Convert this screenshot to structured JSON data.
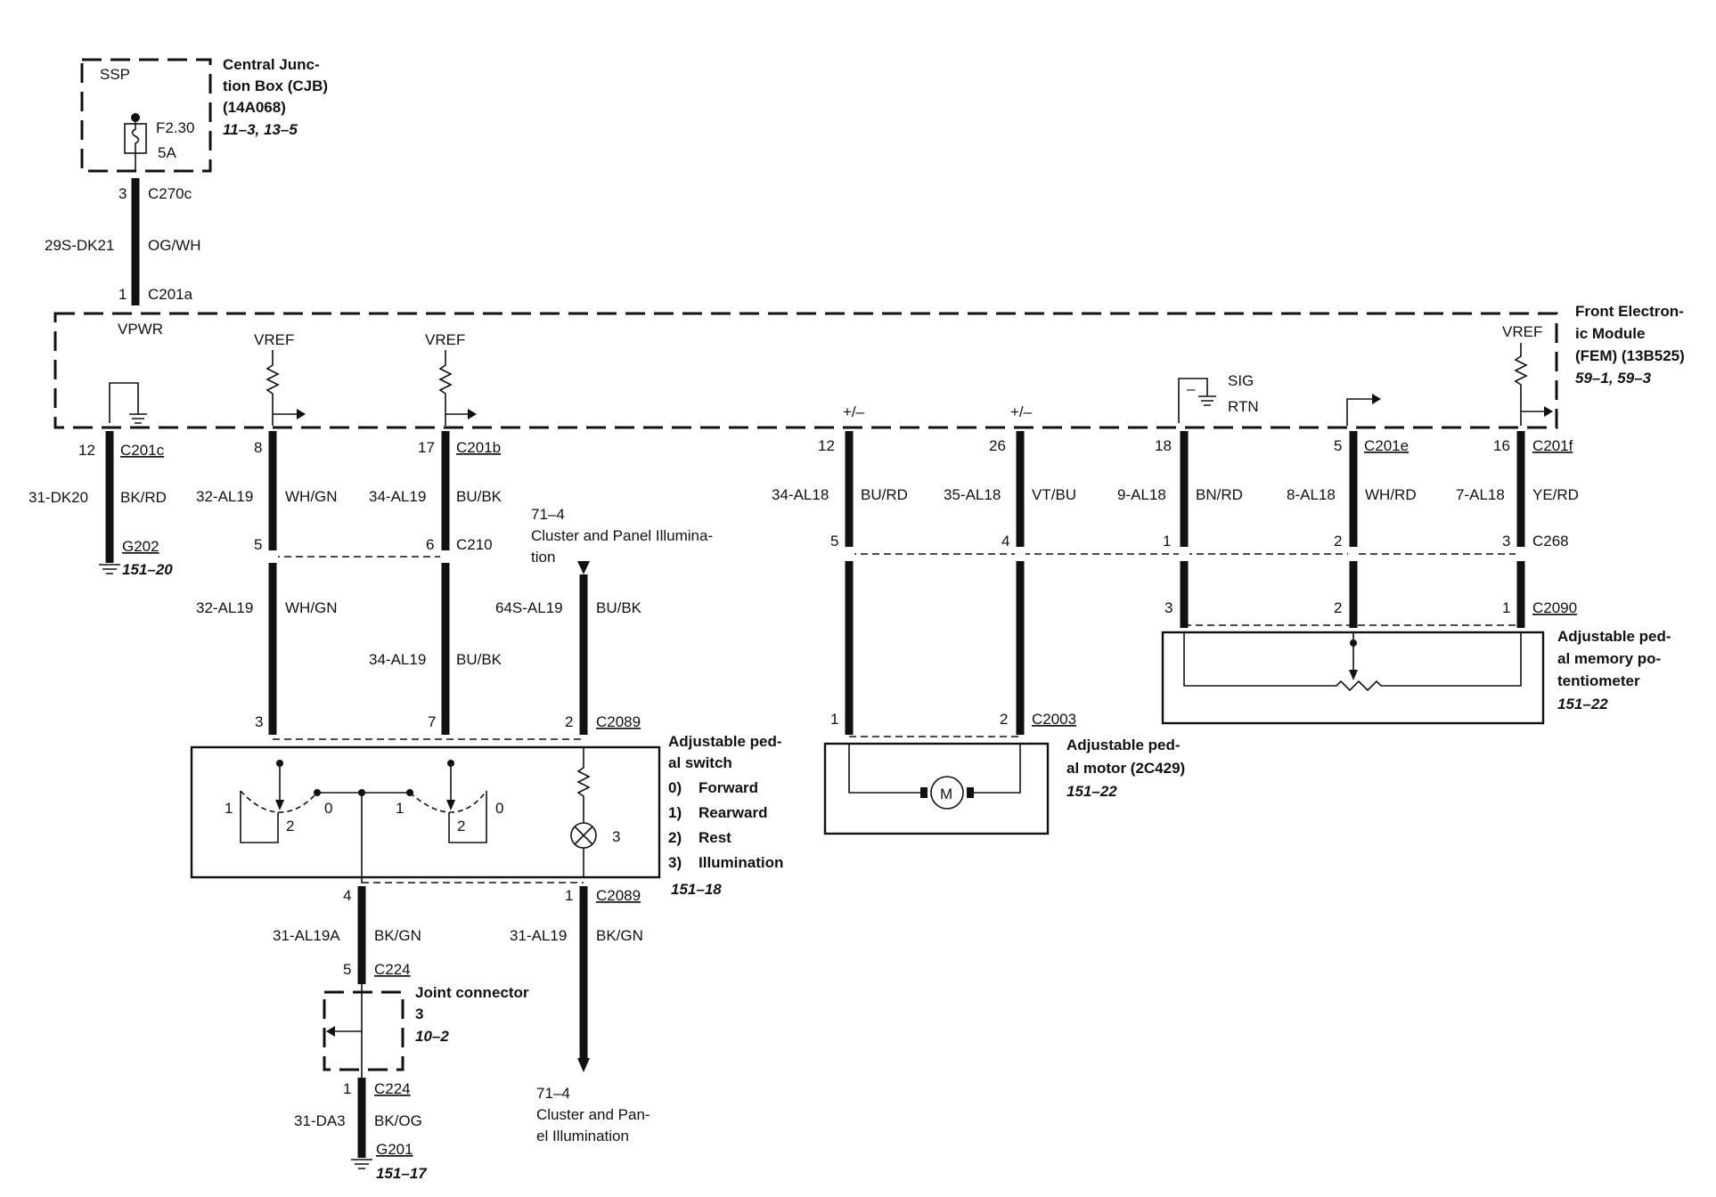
{
  "ssp": {
    "label": "SSP",
    "fuse": "F2.30",
    "rating": "5A"
  },
  "cjb": {
    "line1": "Central Junc-",
    "line2": "tion Box (CJB)",
    "line3": "(14A068)",
    "ref": "11–3, 13–5"
  },
  "feed": {
    "pin_top": "3",
    "conn_top": "C270c",
    "circuit": "29S-DK21",
    "color": "OG/WH",
    "pin_bottom": "1",
    "conn_bottom": "C201a"
  },
  "fem": {
    "line1": "Front Electron-",
    "line2": "ic Module",
    "line3": "(FEM) (13B525)",
    "ref": "59–1, 59–3",
    "vpwr": "VPWR",
    "vref": "VREF",
    "sig": "SIG",
    "rtn": "RTN",
    "pm": "+/–"
  },
  "fem_pins": [
    {
      "pin": "12",
      "conn": "C201c",
      "circuit": "31-DK20",
      "color": "BK/RD"
    },
    {
      "pin": "8",
      "conn": "",
      "circuit": "32-AL19",
      "color": "WH/GN"
    },
    {
      "pin": "17",
      "conn": "C201b",
      "circuit": "34-AL19",
      "color": "BU/BK"
    },
    {
      "pin": "12",
      "conn": "",
      "circuit": "34-AL18",
      "color": "BU/RD"
    },
    {
      "pin": "26",
      "conn": "",
      "circuit": "35-AL18",
      "color": "VT/BU"
    },
    {
      "pin": "18",
      "conn": "",
      "circuit": "9-AL18",
      "color": "BN/RD"
    },
    {
      "pin": "5",
      "conn": "C201e",
      "circuit": "8-AL18",
      "color": "WH/RD"
    },
    {
      "pin": "16",
      "conn": "C201f",
      "circuit": "7-AL18",
      "color": "YE/RD"
    }
  ],
  "g202": {
    "label": "G202",
    "ref": "151–20"
  },
  "c210": {
    "label": "C210",
    "pin_a": "5",
    "pin_b": "6"
  },
  "c268": {
    "label": "C268",
    "pins": [
      "5",
      "4",
      "1",
      "2",
      "3"
    ]
  },
  "lower_wires": {
    "left_circuit": "32-AL19",
    "left_color": "WH/GN",
    "mid_circuit": "34-AL19",
    "mid_color": "BU/BK"
  },
  "illum_in": {
    "ref": "71–4",
    "line1": "Cluster and Panel Illumina-",
    "line2": "tion",
    "circuit": "64S-AL19",
    "color": "BU/BK"
  },
  "c2089_top": {
    "label": "C2089",
    "pins": [
      "3",
      "7",
      "2"
    ]
  },
  "pedal_switch": {
    "line1": "Adjustable ped-",
    "line2": "al switch",
    "modes": [
      {
        "n": "0)",
        "label": "Forward"
      },
      {
        "n": "1)",
        "label": "Rearward"
      },
      {
        "n": "2)",
        "label": "Rest"
      },
      {
        "n": "3)",
        "label": "Illumination"
      }
    ],
    "ref": "151–18",
    "contacts": [
      "1",
      "2",
      "0",
      "1",
      "2",
      "0",
      "3"
    ]
  },
  "c2003": {
    "label": "C2003",
    "pin_a": "1",
    "pin_b": "2"
  },
  "motor": {
    "line1": "Adjustable ped-",
    "line2": "al motor (2C429)",
    "ref": "151–22",
    "symbol": "M"
  },
  "c2090": {
    "label": "C2090",
    "pins": [
      "3",
      "2",
      "1"
    ]
  },
  "pot": {
    "line1": "Adjustable ped-",
    "line2": "al memory po-",
    "line3": "tentiometer",
    "ref": "151–22"
  },
  "c2089_bottom": {
    "label": "C2089",
    "pin_a": "4",
    "pin_b": "1"
  },
  "ground_left": {
    "circuit": "31-AL19A",
    "color": "BK/GN",
    "pin": "5",
    "conn": "C224"
  },
  "ground_right": {
    "circuit": "31-AL19",
    "color": "BK/GN"
  },
  "joint": {
    "line1": "Joint connector",
    "line2": "3",
    "ref": "10–2",
    "pin": "1",
    "conn": "C224"
  },
  "g201": {
    "circuit": "31-DA3",
    "color": "BK/OG",
    "label": "G201",
    "ref": "151–17"
  },
  "illum_out": {
    "ref": "71–4",
    "line1": "Cluster and Pan-",
    "line2": "el Illumination"
  }
}
